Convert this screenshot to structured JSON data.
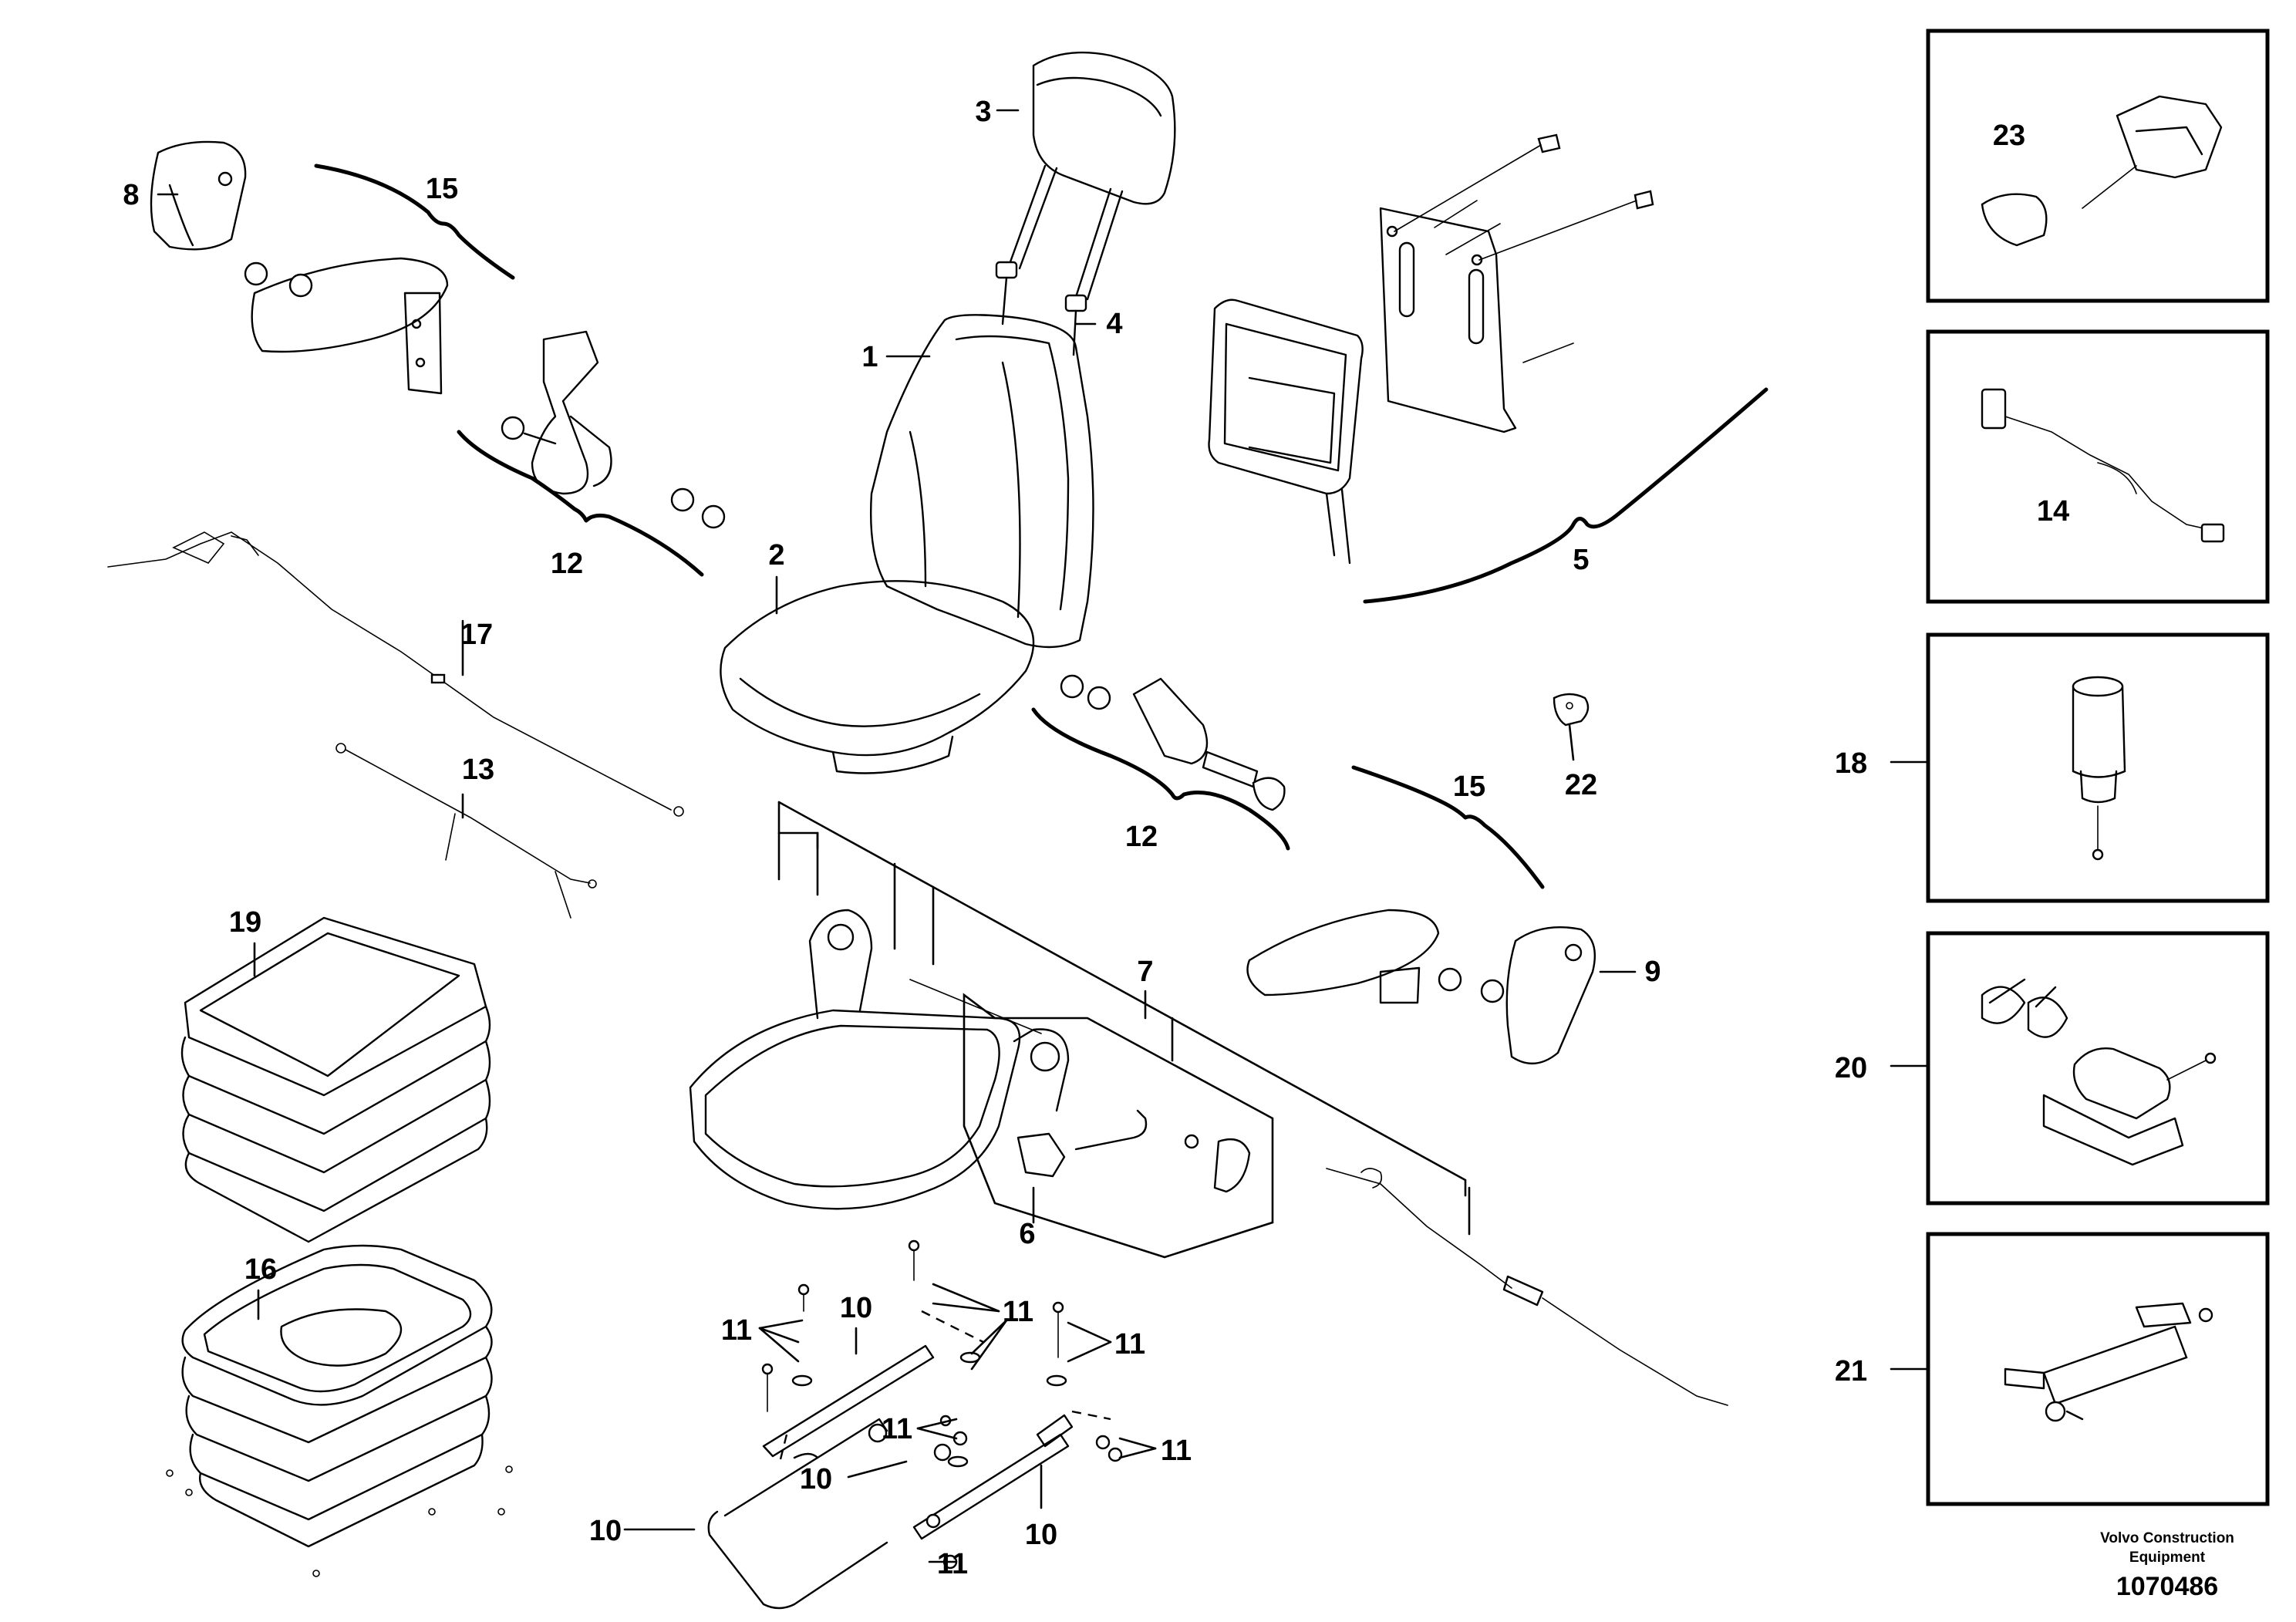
{
  "callouts": {
    "c1": "1",
    "c2": "2",
    "c3": "3",
    "c4": "4",
    "c5": "5",
    "c6": "6",
    "c7": "7",
    "c8": "8",
    "c9": "9",
    "c10a": "10",
    "c10b": "10",
    "c10c": "10",
    "c10d": "10",
    "c11a": "11",
    "c11b": "11",
    "c11c": "11",
    "c11d": "11",
    "c11e": "11",
    "c11f": "11",
    "c12a": "12",
    "c12b": "12",
    "c13": "13",
    "c14": "14",
    "c15a": "15",
    "c15b": "15",
    "c16": "16",
    "c17": "17",
    "c18": "18",
    "c19": "19",
    "c20": "20",
    "c21": "21",
    "c22": "22",
    "c23": "23"
  },
  "footer": {
    "company_line1": "Volvo Construction",
    "company_line2": "Equipment",
    "drawing_number": "1070486"
  }
}
